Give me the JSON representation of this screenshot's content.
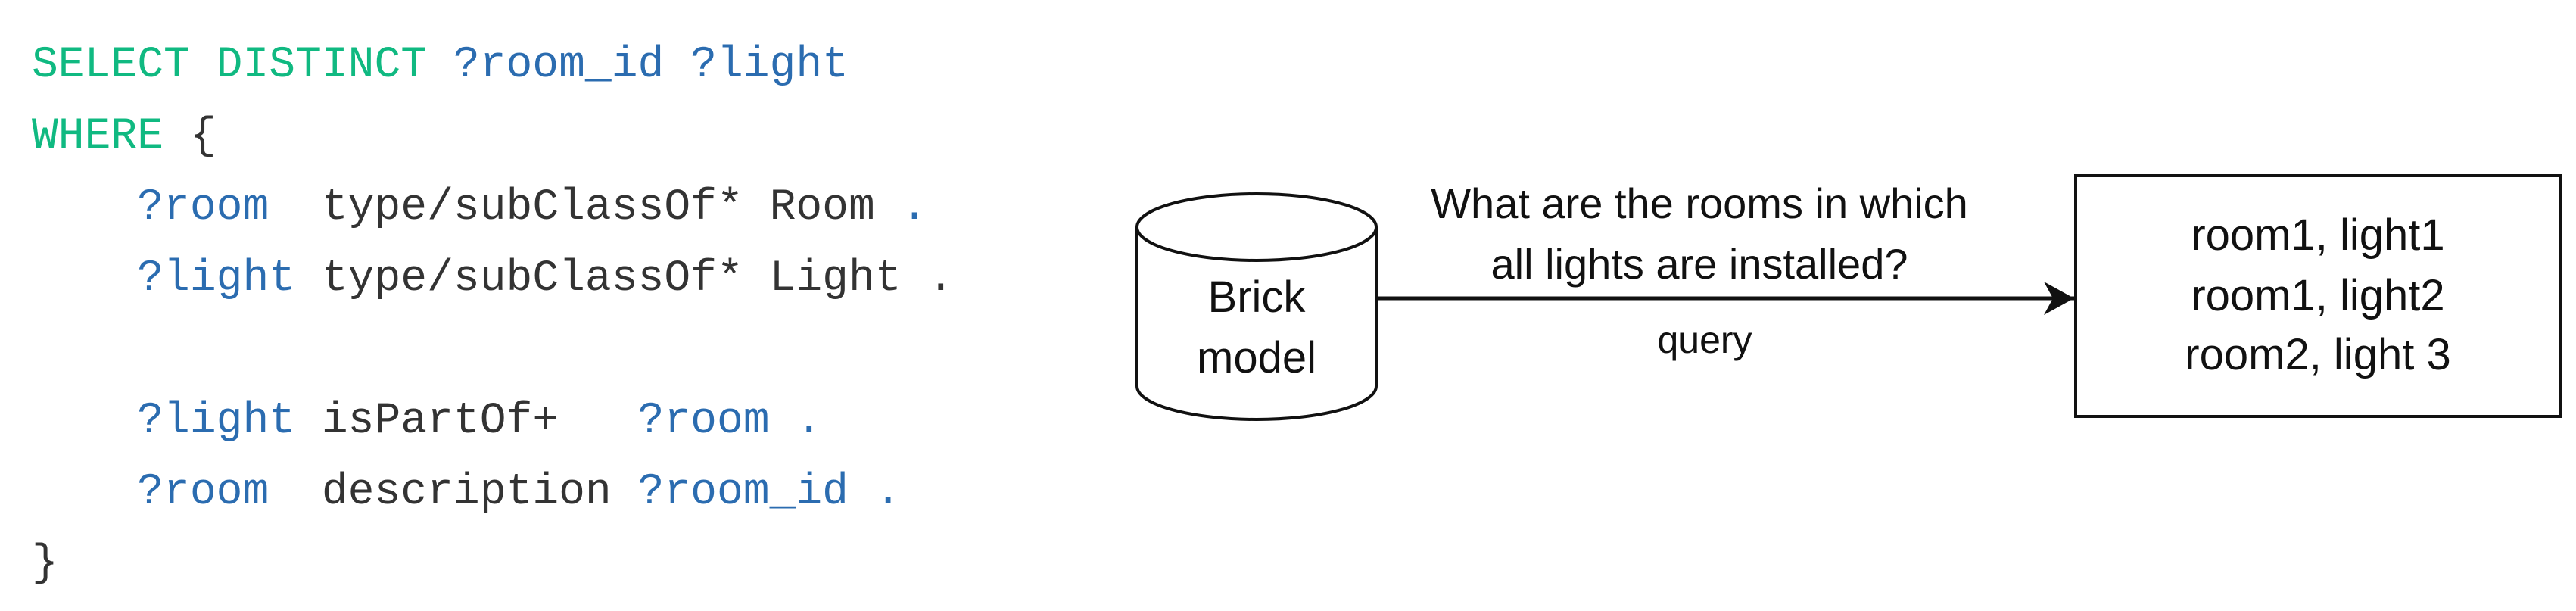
{
  "code": {
    "lines": [
      [
        {
          "t": "SELECT DISTINCT ",
          "c": "kw"
        },
        {
          "t": "?room_id ?light",
          "c": "var"
        }
      ],
      [
        {
          "t": "WHERE ",
          "c": "kw"
        },
        {
          "t": "{",
          "c": "punct"
        }
      ],
      [
        {
          "t": "    ",
          "c": "plain"
        },
        {
          "t": "?room  ",
          "c": "var"
        },
        {
          "t": "type/subClassOf* Room ",
          "c": "plain"
        },
        {
          "t": ".",
          "c": "var"
        }
      ],
      [
        {
          "t": "    ",
          "c": "plain"
        },
        {
          "t": "?light ",
          "c": "var"
        },
        {
          "t": "type/subClassOf* Light .",
          "c": "plain"
        }
      ],
      [],
      [
        {
          "t": "    ",
          "c": "plain"
        },
        {
          "t": "?light ",
          "c": "var"
        },
        {
          "t": "isPartOf+   ",
          "c": "plain"
        },
        {
          "t": "?room .",
          "c": "var"
        }
      ],
      [
        {
          "t": "    ",
          "c": "plain"
        },
        {
          "t": "?room  ",
          "c": "var"
        },
        {
          "t": "description ",
          "c": "plain"
        },
        {
          "t": "?room_id .",
          "c": "var"
        }
      ],
      [
        {
          "t": "}",
          "c": "punct"
        }
      ]
    ]
  },
  "diagram": {
    "database_label": [
      "Brick",
      "model"
    ],
    "question_lines": [
      "What are the rooms in which",
      "all lights are installed?"
    ],
    "edge_label": "query",
    "result_lines": [
      "room1, light1",
      "room1, light2",
      "room2, light 3"
    ]
  }
}
